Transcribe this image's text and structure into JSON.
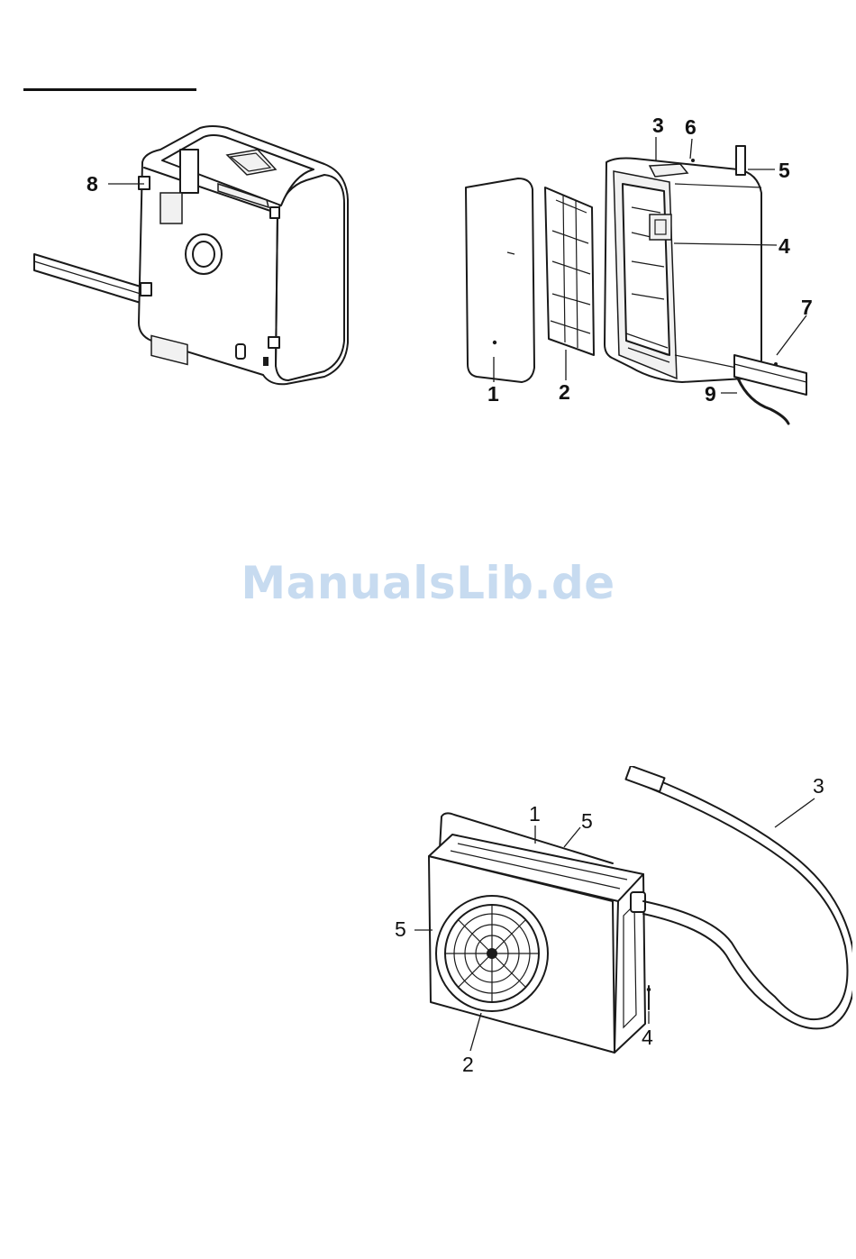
{
  "watermark": "ManualsLib.de",
  "figure_1": {
    "callouts": [
      {
        "id": "c8",
        "label": "8"
      }
    ]
  },
  "figure_2": {
    "callouts": [
      {
        "id": "c3",
        "label": "3"
      },
      {
        "id": "c6",
        "label": "6"
      },
      {
        "id": "c5",
        "label": "5"
      },
      {
        "id": "c4",
        "label": "4"
      },
      {
        "id": "c7",
        "label": "7"
      },
      {
        "id": "c9",
        "label": "9"
      },
      {
        "id": "c1",
        "label": "1"
      },
      {
        "id": "c2",
        "label": "2"
      }
    ]
  },
  "figure_3": {
    "callouts": [
      {
        "id": "c1",
        "label": "1"
      },
      {
        "id": "c5a",
        "label": "5"
      },
      {
        "id": "c3",
        "label": "3"
      },
      {
        "id": "c5b",
        "label": "5"
      },
      {
        "id": "c4",
        "label": "4"
      },
      {
        "id": "c2",
        "label": "2"
      }
    ]
  }
}
